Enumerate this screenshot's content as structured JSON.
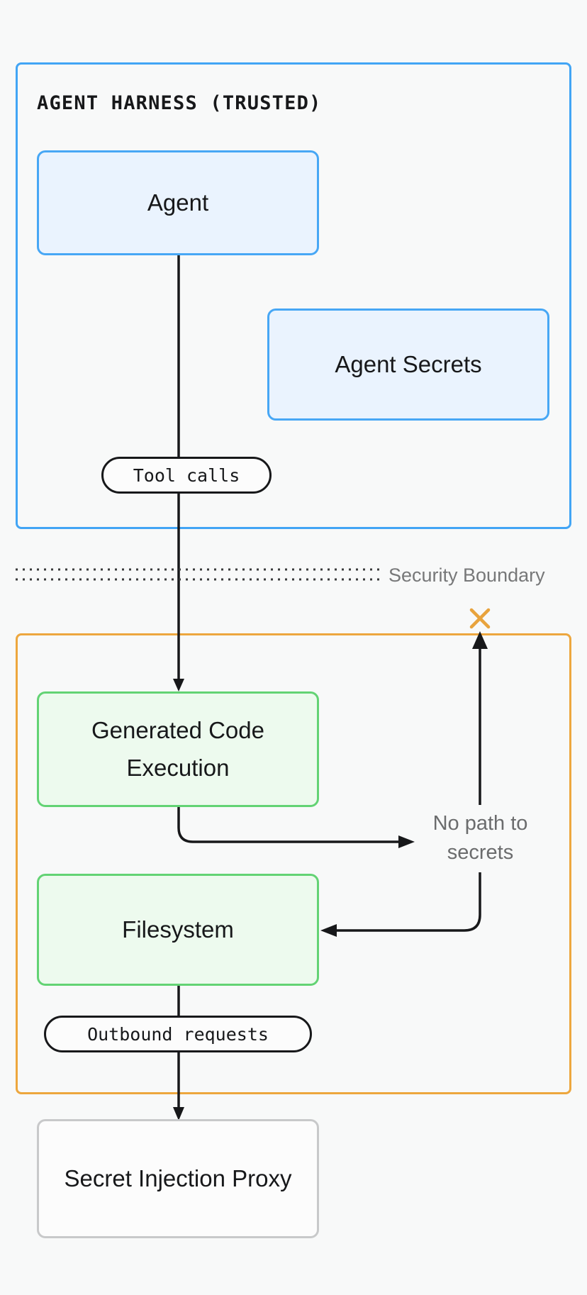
{
  "diagram": {
    "background_color": "#f8f9f9",
    "clusters": [
      {
        "id": "trusted",
        "title": "AGENT HARNESS (TRUSTED)",
        "border_color": "#42a5f5"
      },
      {
        "id": "sandbox",
        "title": "",
        "border_color": "#eda73e"
      }
    ],
    "nodes": [
      {
        "id": "agent",
        "label": "Agent",
        "fill": "#eaf3fe",
        "border": "#47a7f5"
      },
      {
        "id": "agent_secrets",
        "label": "Agent Secrets",
        "fill": "#eaf3fe",
        "border": "#47a7f5"
      },
      {
        "id": "gencode",
        "label": "Generated Code Execution",
        "fill": "#edfaee",
        "border": "#63d374"
      },
      {
        "id": "filesystem",
        "label": "Filesystem",
        "fill": "#edfaee",
        "border": "#63d374"
      },
      {
        "id": "proxy",
        "label": "Secret Injection Proxy",
        "fill": "#fcfcfc",
        "border": "#c8c9ca"
      }
    ],
    "edge_labels": [
      {
        "id": "tool_calls",
        "label": "Tool calls"
      },
      {
        "id": "outbound",
        "label": "Outbound requests"
      }
    ],
    "annotations": [
      {
        "id": "security_boundary",
        "label": "Security Boundary",
        "color": "#777879"
      },
      {
        "id": "no_path",
        "label": "No path to secrets",
        "color": "#6b6c6d"
      },
      {
        "id": "blocked_mark",
        "label": "x-mark",
        "color": "#e8a33d"
      }
    ]
  }
}
